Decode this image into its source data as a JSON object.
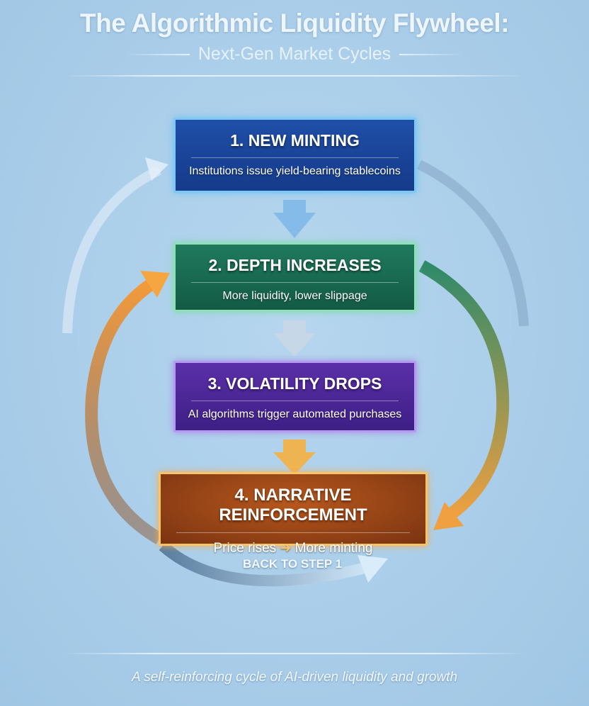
{
  "header": {
    "title": "The Algorithmic Liquidity Flywheel:",
    "subtitle": "Next-Gen Market Cycles"
  },
  "steps": [
    {
      "title": "1. NEW MINTING",
      "description": "Institutions issue yield-bearing stablecoins",
      "color": "#1f4fa8"
    },
    {
      "title": "2. DEPTH INCREASES",
      "description": "More liquidity, lower slippage",
      "color": "#1f7a5c"
    },
    {
      "title": "3. VOLATILITY DROPS",
      "description": "AI algorithms trigger automated purchases",
      "color": "#5b2fa8"
    },
    {
      "title": "4. NARRATIVE REINFORCEMENT",
      "description_left": "Price rises",
      "description_right": "More minting",
      "color": "#b8581e"
    }
  ],
  "loop_label": "BACK TO STEP 1",
  "footer": {
    "caption": "A self-reinforcing cycle of AI-driven liquidity and growth"
  }
}
